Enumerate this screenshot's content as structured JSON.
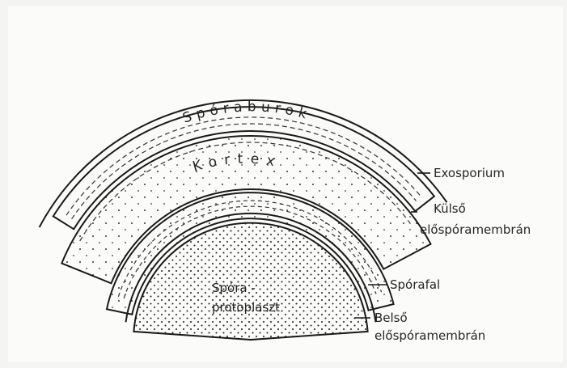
{
  "diagram": {
    "labels": {
      "sporaburok": "Spóraburok",
      "kortex": "Kortex",
      "spora_line1": "Spóra -",
      "spora_line2": "protoplaszt",
      "exosporium": "Exosporium",
      "kulso_line1": "Külső",
      "kulso_line2": "előspóramembrán",
      "sporafal": "Spórafal",
      "belso_line1": "Belső",
      "belso_line2": "előspóramembrán"
    }
  }
}
